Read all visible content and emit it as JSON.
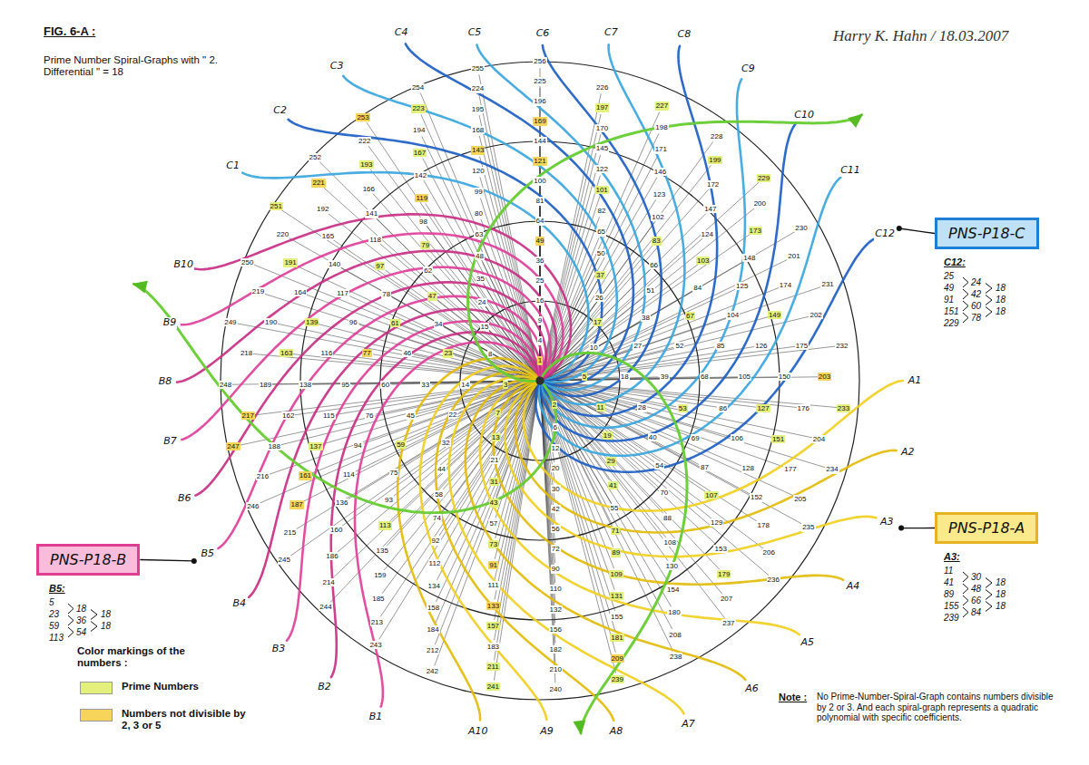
{
  "diagram": {
    "title": "FIG. 6-A :",
    "nodes": [
      {
        "text": [
          "PNS-P18-C"
        ]
      },
      {
        "text": [
          "PNS-P18-A"
        ]
      },
      {
        "text": [
          "PNS-P18-B"
        ]
      }
    ],
    "labels": [
      "Prime Number Spiral-Graphs with \" 2. Differential \" = 18",
      "Harry K. Hahn / 18.03.2007",
      "Color markings of the numbers :",
      "Note :",
      "No Prime-Number-Spiral-Graph contains numbers divisible by 2 or 3. And each spiral-graph represents a quadratic polynomial with specific coefficients.",
      "C12:",
      "25",
      "49",
      "91",
      "151",
      "229",
      "24",
      "42",
      "60",
      "78",
      "18",
      "18",
      "18",
      "A3:",
      "11",
      "41",
      "89",
      "155",
      "239",
      "30",
      "48",
      "66",
      "84",
      "18",
      "18",
      "18",
      "B5:",
      "5",
      "23",
      "59",
      "113",
      "18",
      "36",
      "54",
      "18",
      "18",
      "C1",
      "C2",
      "C3",
      "C4",
      "C5",
      "C6",
      "C7",
      "C8",
      "C9",
      "C10",
      "C11",
      "C12",
      "B1",
      "B2",
      "B3",
      "B4",
      "B5",
      "B6",
      "B7",
      "B8",
      "B9",
      "B10",
      "A1",
      "A2",
      "A3",
      "A4",
      "A5",
      "A6",
      "A7",
      "A8",
      "A9",
      "A10",
      "1",
      "2",
      "3",
      "4",
      "5",
      "6",
      "7",
      "8",
      "9",
      "10",
      "11",
      "12",
      "13",
      "14",
      "15",
      "16",
      "17",
      "18",
      "19",
      "20",
      "21",
      "22",
      "23",
      "24",
      "25",
      "26",
      "27",
      "28",
      "29",
      "30",
      "31",
      "32",
      "33",
      "34",
      "35",
      "36",
      "37",
      "38",
      "39",
      "40",
      "41",
      "42",
      "43",
      "44",
      "45",
      "46",
      "47",
      "48",
      "49",
      "50",
      "51",
      "52",
      "53",
      "54",
      "55",
      "56",
      "57",
      "58",
      "59",
      "60",
      "61",
      "62",
      "63",
      "64",
      "65",
      "66",
      "67",
      "68",
      "69",
      "70",
      "71",
      "72",
      "73",
      "74",
      "75",
      "76",
      "77",
      "78",
      "79",
      "80",
      "81",
      "82",
      "83",
      "84",
      "85",
      "86",
      "87",
      "88",
      "89",
      "90",
      "91",
      "92",
      "93",
      "94",
      "95",
      "96",
      "97",
      "98",
      "99",
      "100",
      "101",
      "102",
      "103",
      "104",
      "105",
      "106",
      "107",
      "108",
      "109",
      "110",
      "111",
      "112",
      "113",
      "114",
      "115",
      "116",
      "117",
      "118",
      "119",
      "120",
      "121",
      "122",
      "123",
      "124",
      "125",
      "126",
      "127",
      "128",
      "129",
      "130",
      "131",
      "132",
      "133",
      "134",
      "135",
      "136",
      "137",
      "138",
      "139",
      "140",
      "141",
      "142",
      "143",
      "144",
      "145",
      "146",
      "147",
      "148",
      "149",
      "150",
      "151",
      "152",
      "153",
      "154",
      "155",
      "156",
      "157",
      "158",
      "159",
      "160",
      "161",
      "162",
      "163",
      "164",
      "165",
      "166",
      "167",
      "168",
      "169",
      "170",
      "171",
      "172",
      "173",
      "174",
      "175",
      "176",
      "177",
      "178",
      "179",
      "180",
      "181",
      "182",
      "183",
      "184",
      "185",
      "186",
      "187",
      "188",
      "189",
      "190",
      "191",
      "192",
      "193",
      "194",
      "195",
      "196",
      "197",
      "198",
      "199",
      "200",
      "201",
      "202",
      "203",
      "204",
      "205",
      "206",
      "207",
      "208",
      "209",
      "210",
      "211",
      "212",
      "213",
      "214",
      "215",
      "216",
      "217",
      "218",
      "219",
      "220",
      "221",
      "222",
      "223",
      "224",
      "225",
      "226",
      "227",
      "228",
      "229",
      "230",
      "231",
      "232",
      "233",
      "234",
      "235",
      "236",
      "237",
      "238",
      "239",
      "240",
      "241",
      "242",
      "243",
      "244",
      "245",
      "246",
      "247",
      "248",
      "249",
      "250",
      "251",
      "252",
      "253",
      "254",
      "255",
      "256"
    ],
    "legend": [
      {
        "text": "Prime Numbers",
        "color": "#e3f07c"
      },
      {
        "text": "Numbers not divisible by 2, 3 or 5",
        "color": "#f6d55a"
      }
    ]
  }
}
